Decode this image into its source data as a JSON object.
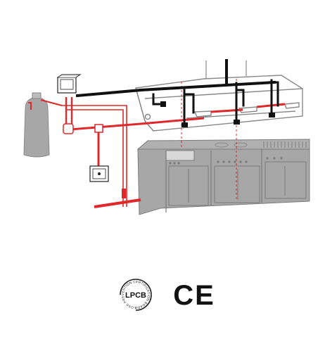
{
  "diagram": {
    "colors": {
      "background": "#ffffff",
      "suppression_pipe": "#e0282a",
      "detection_line": "#111111",
      "equipment_fill": "#a9a9a9",
      "equipment_stroke": "#7b7b7b",
      "hood_stroke": "#8a8a8a",
      "outline": "#8f8f8f"
    },
    "logos": {
      "lpcb": {
        "label": "LPCB",
        "ring_text": "LOSS PREVENTION CERTIFICATION BOARD"
      },
      "ce": {
        "label": "CE"
      }
    }
  }
}
